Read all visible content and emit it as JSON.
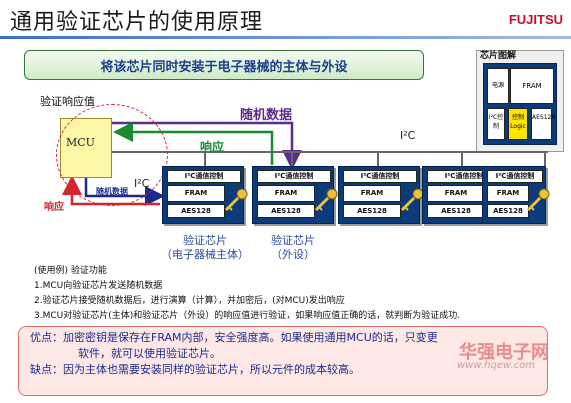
{
  "title": "通用验证芯片的使用原理",
  "brand": "FUJITSU",
  "banner": "将该芯片同时安装于电子器械的主体与外设",
  "labels": {
    "response_value": "验证响应值",
    "mcu": "MCU",
    "random_data": "随机数据",
    "response": "响应",
    "response_red": "响应",
    "random_small": "随机数据",
    "i2c": "I²C",
    "i2c_left": "I²C"
  },
  "chip": {
    "top": "I²C通信控制",
    "fram": "FRAM",
    "aes": "AES128"
  },
  "inset": {
    "title": "芯片图解",
    "fram": "FRAM",
    "power": "电源",
    "i2c": "I²C控制",
    "logic": "控制Logic",
    "aes": "AES128"
  },
  "captions": {
    "main": [
      "验证芯片",
      "（电子器械主体）"
    ],
    "periph": [
      "验证芯片",
      "（外设）"
    ]
  },
  "usage": {
    "header": "(使用例) 验证功能",
    "items": [
      "1.MCU向验证芯片发送随机数据",
      "2.验证芯片接受随机数据后，进行演算（计算），并加密后，(对MCU)发出响应",
      "3.MCU对验证芯片(主体)和验证芯片（外设）的响应值进行验证，如果响应值正确的话，就判断为验证成功."
    ]
  },
  "box": {
    "pros_line1": "优点：加密密钥是保存在FRAM内部，安全强度高。如果使用通用MCU的话，只变更",
    "pros_line2": "软件，就可以使用验证芯片。",
    "cons": "缺点：因为主体也需要安装同样的验证芯片，所以元件的成本较高。"
  },
  "watermark": {
    "name": "华强电子网",
    "url": "www.hqew.com"
  },
  "colors": {
    "chip_blue": "#0b3b7a",
    "mcu_yellow": "#fff7a8",
    "accent_red": "#d6252f",
    "accent_green": "#1b8a2e",
    "accent_purple": "#5a2c8c"
  }
}
